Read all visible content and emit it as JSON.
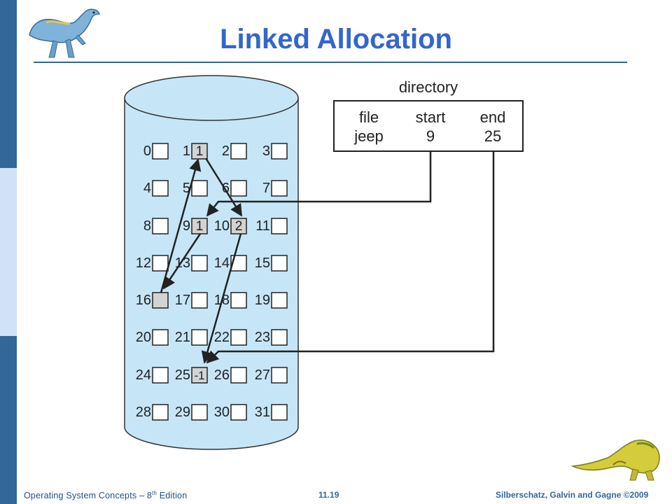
{
  "slide": {
    "title": "Linked Allocation",
    "footer_left_main": "Operating  System  Concepts  – 8",
    "footer_left_sup": "th",
    "footer_left_tail": " Edition",
    "page_number": "11.19",
    "footer_right": "Silberschatz, Galvin and Gagne ©2009"
  },
  "directory": {
    "label": "directory",
    "headers": [
      "file",
      "start",
      "end"
    ],
    "row": [
      "jeep",
      "9",
      "25"
    ]
  },
  "blocks": [
    {
      "num": "0",
      "mark": ""
    },
    {
      "num": "1",
      "mark": "1"
    },
    {
      "num": "2",
      "mark": ""
    },
    {
      "num": "3",
      "mark": ""
    },
    {
      "num": "4",
      "mark": ""
    },
    {
      "num": "5",
      "mark": ""
    },
    {
      "num": "6",
      "mark": ""
    },
    {
      "num": "7",
      "mark": ""
    },
    {
      "num": "8",
      "mark": ""
    },
    {
      "num": "9",
      "mark": "1"
    },
    {
      "num": "10",
      "mark": "2"
    },
    {
      "num": "11",
      "mark": ""
    },
    {
      "num": "12",
      "mark": ""
    },
    {
      "num": "13",
      "mark": ""
    },
    {
      "num": "14",
      "mark": ""
    },
    {
      "num": "15",
      "mark": ""
    },
    {
      "num": "16",
      "mark": ""
    },
    {
      "num": "17",
      "mark": ""
    },
    {
      "num": "18",
      "mark": ""
    },
    {
      "num": "19",
      "mark": ""
    },
    {
      "num": "20",
      "mark": ""
    },
    {
      "num": "21",
      "mark": ""
    },
    {
      "num": "22",
      "mark": ""
    },
    {
      "num": "23",
      "mark": ""
    },
    {
      "num": "24",
      "mark": ""
    },
    {
      "num": "25",
      "mark": "-1"
    },
    {
      "num": "26",
      "mark": ""
    },
    {
      "num": "27",
      "mark": ""
    },
    {
      "num": "28",
      "mark": ""
    },
    {
      "num": "29",
      "mark": ""
    },
    {
      "num": "30",
      "mark": ""
    },
    {
      "num": "31",
      "mark": ""
    }
  ],
  "used_blocks": [
    1,
    9,
    10,
    16,
    25
  ],
  "chain": [
    9,
    16,
    1,
    10,
    25
  ],
  "colors": {
    "disk_fill": "#c6e6f8",
    "block_used": "#d3d3d3",
    "title": "#3366cc",
    "sidebar_dark": "#336699",
    "sidebar_light": "#cfe2f7"
  }
}
